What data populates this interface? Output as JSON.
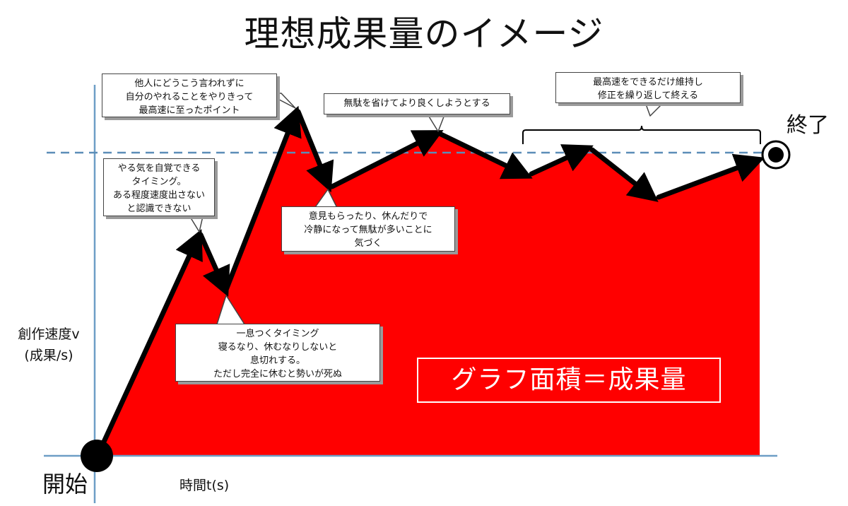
{
  "title": "理想成果量のイメージ",
  "labels": {
    "start": "開始",
    "end": "終了",
    "y_axis_line1": "創作速度v",
    "y_axis_line2": "(成果/s)",
    "x_axis": "時間t(s)",
    "area": "グラフ面積＝成果量"
  },
  "callouts": [
    {
      "id": "peak-callout",
      "text": "他人にどうこう言われずに\n自分のやれることをやりきって\n最高速に至ったポイント"
    },
    {
      "id": "motivation-callout",
      "text": "やる気を自覚できる\nタイミング。\nある程度速度出さない\nと認識できない"
    },
    {
      "id": "rest-callout",
      "text": "一息つくタイミング\n寝るなり、休むなりしないと\n息切れする。\nただし完全に休むと勢いが死ぬ"
    },
    {
      "id": "waste-callout",
      "text": "意見もらったり、休んだりで\n冷静になって無駄が多いことに\n気づく"
    },
    {
      "id": "improve-callout",
      "text": "無駄を省けてより良くしようとする"
    },
    {
      "id": "maintain-callout",
      "text": "最高速をできるだけ維持し\n修正を繰り返して終える"
    }
  ],
  "colors": {
    "area_fill": "#ff0000",
    "axis": "#6d9ec6",
    "reference_line": "#5b8db8",
    "curve": "#000000",
    "text": "#111111"
  }
}
